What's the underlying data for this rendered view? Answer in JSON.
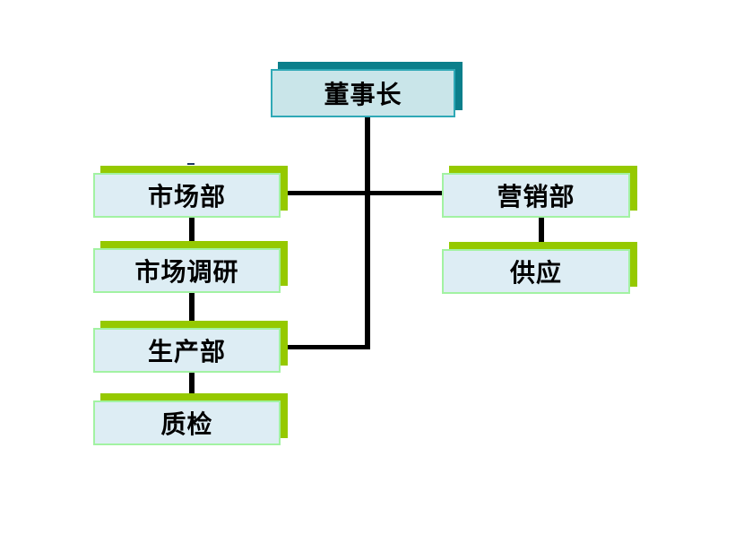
{
  "diagram": {
    "type": "org-chart",
    "nodes": {
      "chairman": {
        "label": "董事长"
      },
      "marketing": {
        "label": "市场部"
      },
      "research": {
        "label": "市场调研"
      },
      "production": {
        "label": "生产部"
      },
      "quality": {
        "label": "质检"
      },
      "sales": {
        "label": "营销部"
      },
      "supply": {
        "label": "供应"
      }
    },
    "edges": [
      {
        "from": "董事长",
        "to": "市场部"
      },
      {
        "from": "董事长",
        "to": "营销部"
      },
      {
        "from": "董事长",
        "to": "生产部"
      },
      {
        "from": "市场部",
        "to": "市场调研"
      },
      {
        "from": "市场调研",
        "to": "生产部"
      },
      {
        "from": "生产部",
        "to": "质检"
      },
      {
        "from": "营销部",
        "to": "供应"
      }
    ],
    "colors": {
      "background": "#ffffff",
      "root_fill": "#c9e5e9",
      "root_border": "#2fa9b6",
      "root_shadow": "#0b7f8b",
      "node_fill": "#ddedf4",
      "node_border": "#a2f2a2",
      "node_shadow": "#95c900",
      "connector": "#000000",
      "text": "#000000"
    }
  }
}
